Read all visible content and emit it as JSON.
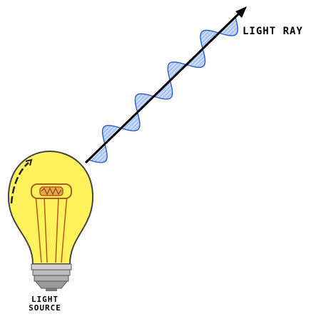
{
  "labels": {
    "light_ray": "LIGHT RAY",
    "light_source_line1": "LIGHT",
    "light_source_line2": "SOURCE"
  },
  "colors": {
    "bulb_glass": "#fff25a",
    "bulb_outline": "#444444",
    "filament": "#b45a1e",
    "base": "#b9b9b9",
    "wave_fill": "#8fb3f0",
    "wave_stroke": "#2a5fc8",
    "ray_line": "#000000"
  }
}
